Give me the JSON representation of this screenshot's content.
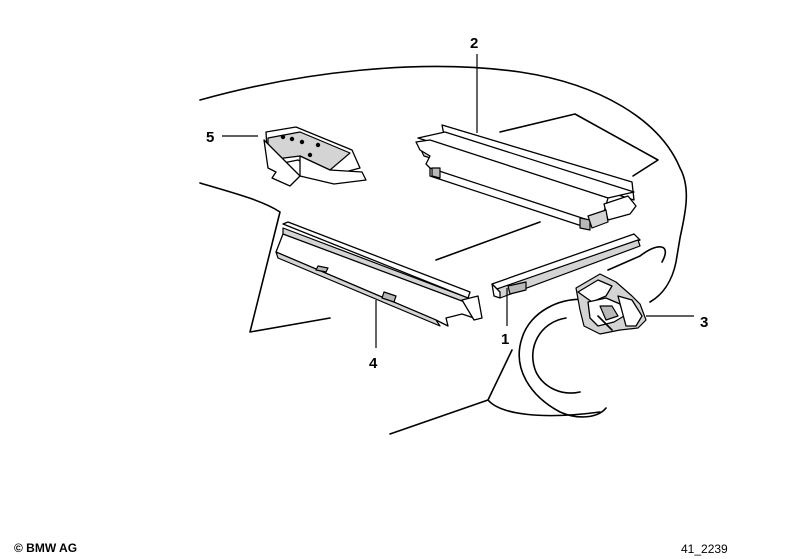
{
  "diagram": {
    "callouts": {
      "part_1": "1",
      "part_2": "2",
      "part_3": "3",
      "part_4": "4",
      "part_5": "5"
    }
  },
  "footer": {
    "copyright": "© BMW AG",
    "diagram_id": "41_2239"
  }
}
